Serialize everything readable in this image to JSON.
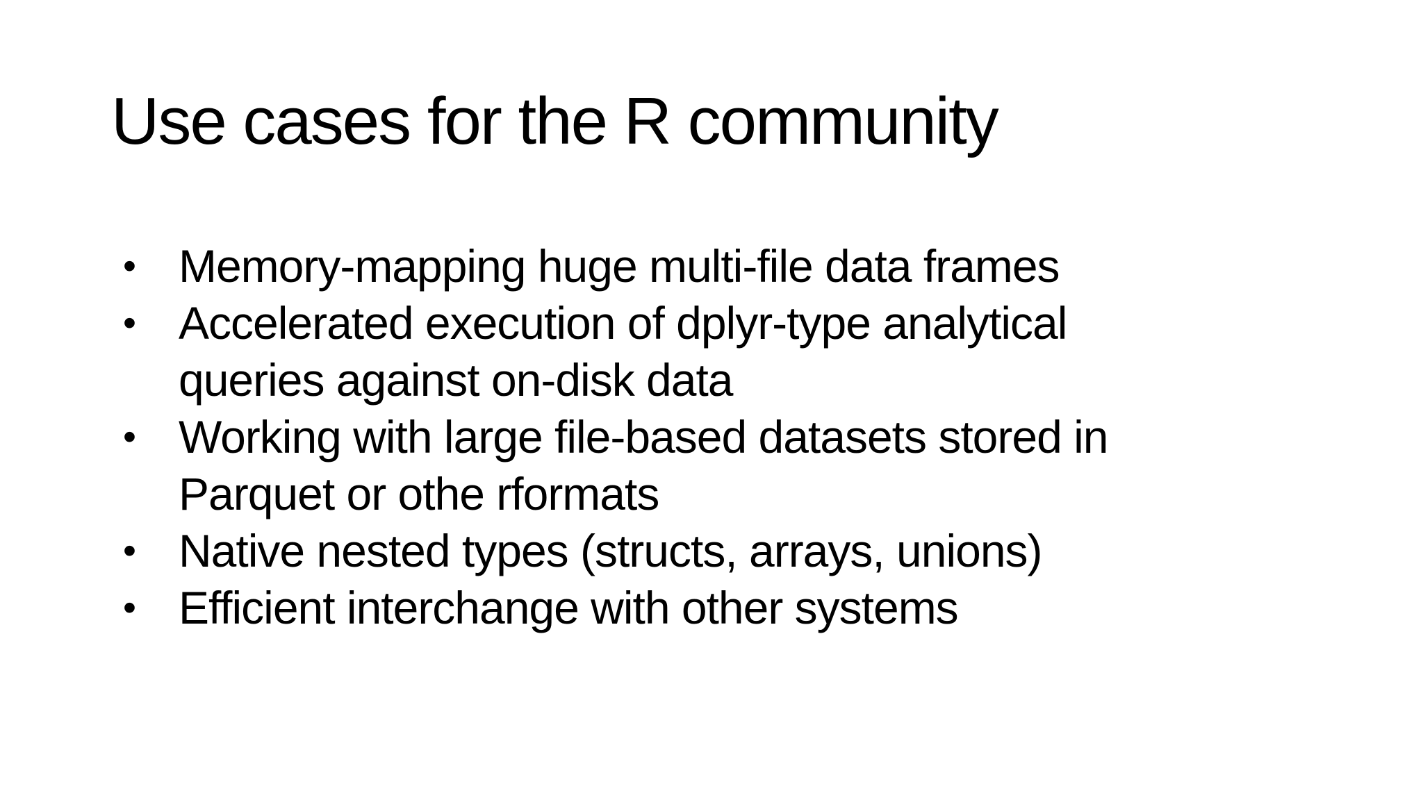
{
  "slide": {
    "title": "Use cases for the R community",
    "bullets": [
      {
        "lines": [
          "Memory-mapping huge multi-file data frames"
        ]
      },
      {
        "lines": [
          "Accelerated execution of dplyr-type analytical",
          "queries against on-disk data"
        ]
      },
      {
        "lines": [
          "Working with large file-based datasets stored in",
          "Parquet or othe rformats"
        ]
      },
      {
        "lines": [
          "Native nested types (structs, arrays, unions)"
        ]
      },
      {
        "lines": [
          "Efficient interchange with other systems"
        ]
      }
    ],
    "colors": {
      "background": "#ffffff",
      "text": "#000000"
    }
  }
}
